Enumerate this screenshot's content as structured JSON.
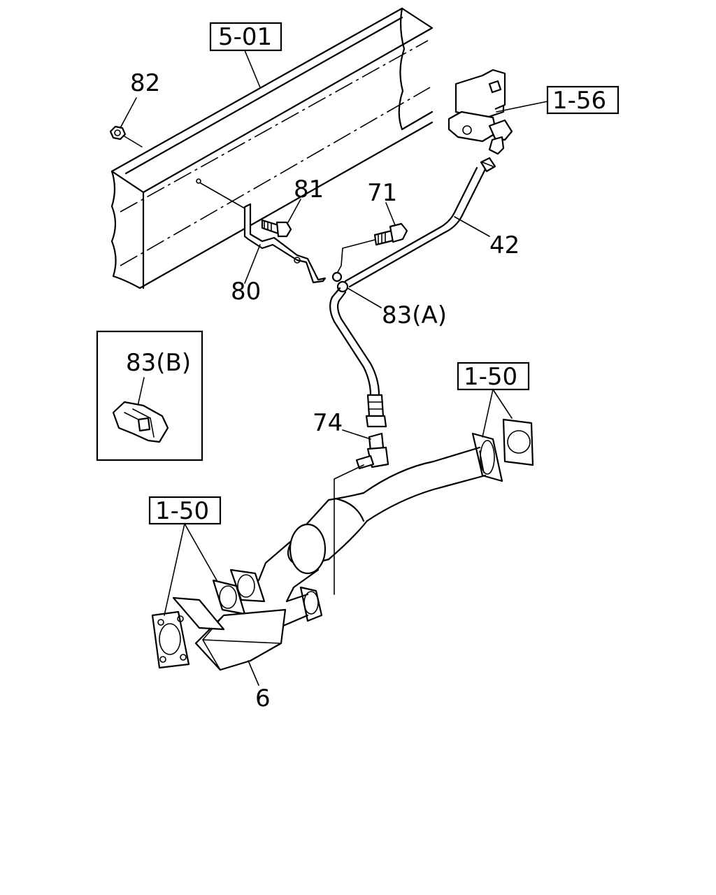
{
  "references": {
    "frame_ref": "5-01",
    "valve_ref": "1-56",
    "pipe_ref_right": "1-50",
    "pipe_ref_left": "1-50"
  },
  "callouts": {
    "nut": "82",
    "bolt_bracket": "81",
    "bolt_pipe": "71",
    "bracket": "80",
    "hose": "42",
    "clip_a": "83(A)",
    "clip_b": "83(B)",
    "fitting": "74",
    "pipe": "6"
  },
  "detail_box": {
    "label": "83(B)"
  }
}
